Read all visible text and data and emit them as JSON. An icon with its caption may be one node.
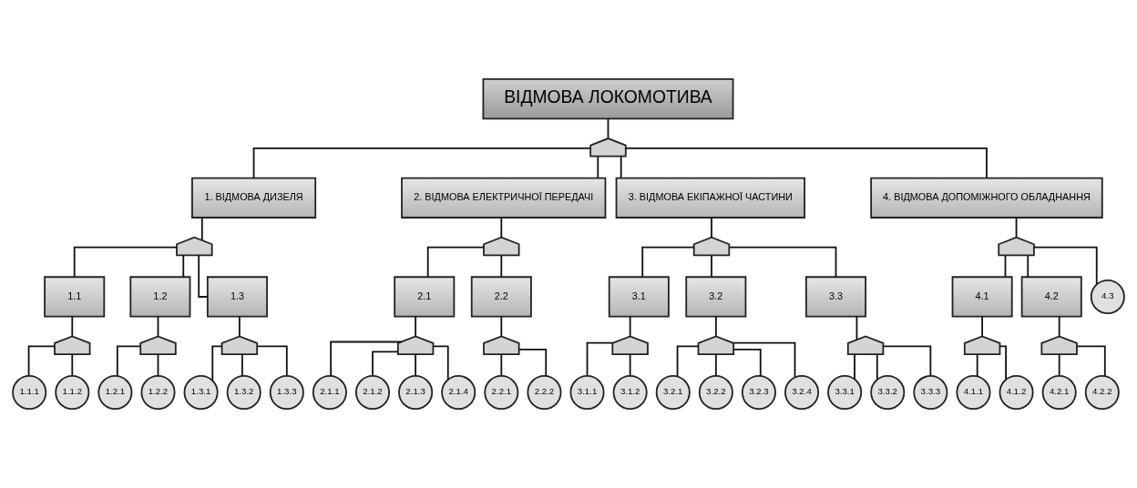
{
  "diagram": {
    "nodes": [
      {
        "text": [
          "ВІДМОВА ЛОКОМОТИВА"
        ]
      },
      {
        "text": [],
        "shape": "gate"
      },
      {
        "text": [
          "1. ВІДМОВА ДИЗЕЛЯ"
        ]
      },
      {
        "text": [
          "2. ВІДМОВА ЕЛЕКТРИЧНОЇ ПЕРЕДАЧІ"
        ]
      },
      {
        "text": [
          "3. ВІДМОВА ЕКІПАЖНОЇ ЧАСТИНИ"
        ]
      },
      {
        "text": [
          "4. ВІДМОВА ДОПОМІЖНОГО ОБЛАДНАННЯ"
        ]
      },
      {
        "text": [],
        "shape": "gate"
      },
      {
        "text": [],
        "shape": "gate"
      },
      {
        "text": [],
        "shape": "gate"
      },
      {
        "text": [],
        "shape": "gate"
      },
      {
        "text": [
          "1.1"
        ]
      },
      {
        "text": [
          "1.2"
        ]
      },
      {
        "text": [
          "1.3"
        ]
      },
      {
        "text": [
          "2.1"
        ]
      },
      {
        "text": [
          "2.2"
        ]
      },
      {
        "text": [
          "3.1"
        ]
      },
      {
        "text": [
          "3.2"
        ]
      },
      {
        "text": [
          "3.3"
        ]
      },
      {
        "text": [
          "4.1"
        ]
      },
      {
        "text": [
          "4.2"
        ]
      },
      {
        "text": [
          "4.3"
        ]
      },
      {
        "text": [],
        "shape": "gate"
      },
      {
        "text": [],
        "shape": "gate"
      },
      {
        "text": [],
        "shape": "gate"
      },
      {
        "text": [],
        "shape": "gate"
      },
      {
        "text": [],
        "shape": "gate"
      },
      {
        "text": [],
        "shape": "gate"
      },
      {
        "text": [],
        "shape": "gate"
      },
      {
        "text": [],
        "shape": "gate"
      },
      {
        "text": [],
        "shape": "gate"
      },
      {
        "text": [],
        "shape": "gate"
      },
      {
        "text": [
          "1.1.1"
        ]
      },
      {
        "text": [
          "1.1.2"
        ]
      },
      {
        "text": [
          "1.2.1"
        ]
      },
      {
        "text": [
          "1.2.2"
        ]
      },
      {
        "text": [
          "1.3.1"
        ]
      },
      {
        "text": [
          "1.3.2"
        ]
      },
      {
        "text": [
          "1.3.3"
        ]
      },
      {
        "text": [
          "2.1.1"
        ]
      },
      {
        "text": [
          "2.1.2"
        ]
      },
      {
        "text": [
          "2.1.3"
        ]
      },
      {
        "text": [
          "2.1.4"
        ]
      },
      {
        "text": [
          "2.2.1"
        ]
      },
      {
        "text": [
          "2.2.2"
        ]
      },
      {
        "text": [
          "3.1.1"
        ]
      },
      {
        "text": [
          "3.1.2"
        ]
      },
      {
        "text": [
          "3.2.1"
        ]
      },
      {
        "text": [
          "3.2.2"
        ]
      },
      {
        "text": [
          "3.2.3"
        ]
      },
      {
        "text": [
          "3.2.4"
        ]
      },
      {
        "text": [
          "3.3.1"
        ]
      },
      {
        "text": [
          "3.3.2"
        ]
      },
      {
        "text": [
          "3.3.3"
        ]
      },
      {
        "text": [
          "4.1.1"
        ]
      },
      {
        "text": [
          "4.1.2"
        ]
      },
      {
        "text": [
          "4.2.1"
        ]
      },
      {
        "text": [
          "4.2.2"
        ]
      }
    ],
    "edges": [
      {
        "from": 0,
        "to": 1,
        "arrow": "none"
      },
      {
        "from": 1,
        "to": 2,
        "arrow": "none"
      },
      {
        "from": 1,
        "to": 3,
        "arrow": "none"
      },
      {
        "from": 1,
        "to": 4,
        "arrow": "none"
      },
      {
        "from": 1,
        "to": 5,
        "arrow": "none"
      },
      {
        "from": 2,
        "to": 6,
        "arrow": "none"
      },
      {
        "from": 3,
        "to": 7,
        "arrow": "none"
      },
      {
        "from": 4,
        "to": 8,
        "arrow": "none"
      },
      {
        "from": 5,
        "to": 9,
        "arrow": "none"
      },
      {
        "from": 6,
        "to": 10,
        "arrow": "none"
      },
      {
        "from": 6,
        "to": 11,
        "arrow": "none"
      },
      {
        "from": 6,
        "to": 12,
        "arrow": "none"
      },
      {
        "from": 7,
        "to": 13,
        "arrow": "none"
      },
      {
        "from": 7,
        "to": 14,
        "arrow": "none"
      },
      {
        "from": 8,
        "to": 15,
        "arrow": "none"
      },
      {
        "from": 8,
        "to": 16,
        "arrow": "none"
      },
      {
        "from": 8,
        "to": 17,
        "arrow": "none"
      },
      {
        "from": 9,
        "to": 18,
        "arrow": "none"
      },
      {
        "from": 9,
        "to": 19,
        "arrow": "none"
      },
      {
        "from": 9,
        "to": 20,
        "arrow": "none"
      },
      {
        "from": 10,
        "to": 21,
        "arrow": "none"
      },
      {
        "from": 11,
        "to": 22,
        "arrow": "none"
      },
      {
        "from": 12,
        "to": 23,
        "arrow": "none"
      },
      {
        "from": 13,
        "to": 24,
        "arrow": "none"
      },
      {
        "from": 14,
        "to": 25,
        "arrow": "none"
      },
      {
        "from": 15,
        "to": 26,
        "arrow": "none"
      },
      {
        "from": 16,
        "to": 27,
        "arrow": "none"
      },
      {
        "from": 17,
        "to": 28,
        "arrow": "none"
      },
      {
        "from": 18,
        "to": 29,
        "arrow": "none"
      },
      {
        "from": 19,
        "to": 30,
        "arrow": "none"
      },
      {
        "from": 21,
        "to": 31,
        "arrow": "none"
      },
      {
        "from": 21,
        "to": 32,
        "arrow": "none"
      },
      {
        "from": 22,
        "to": 33,
        "arrow": "none"
      },
      {
        "from": 22,
        "to": 34,
        "arrow": "none"
      },
      {
        "from": 23,
        "to": 35,
        "arrow": "none"
      },
      {
        "from": 23,
        "to": 36,
        "arrow": "none"
      },
      {
        "from": 23,
        "to": 37,
        "arrow": "none"
      },
      {
        "from": 24,
        "to": 38,
        "arrow": "none"
      },
      {
        "from": 24,
        "to": 39,
        "arrow": "none"
      },
      {
        "from": 24,
        "to": 40,
        "arrow": "none"
      },
      {
        "from": 24,
        "to": 41,
        "arrow": "none"
      },
      {
        "from": 25,
        "to": 42,
        "arrow": "none"
      },
      {
        "from": 25,
        "to": 43,
        "arrow": "none"
      },
      {
        "from": 26,
        "to": 44,
        "arrow": "none"
      },
      {
        "from": 26,
        "to": 45,
        "arrow": "none"
      },
      {
        "from": 27,
        "to": 46,
        "arrow": "none"
      },
      {
        "from": 27,
        "to": 47,
        "arrow": "none"
      },
      {
        "from": 27,
        "to": 48,
        "arrow": "none"
      },
      {
        "from": 27,
        "to": 49,
        "arrow": "none"
      },
      {
        "from": 28,
        "to": 50,
        "arrow": "none"
      },
      {
        "from": 28,
        "to": 51,
        "arrow": "none"
      },
      {
        "from": 28,
        "to": 52,
        "arrow": "none"
      },
      {
        "from": 29,
        "to": 53,
        "arrow": "none"
      },
      {
        "from": 29,
        "to": 54,
        "arrow": "none"
      },
      {
        "from": 30,
        "to": 55,
        "arrow": "none"
      },
      {
        "from": 30,
        "to": 56,
        "arrow": "none"
      }
    ]
  }
}
